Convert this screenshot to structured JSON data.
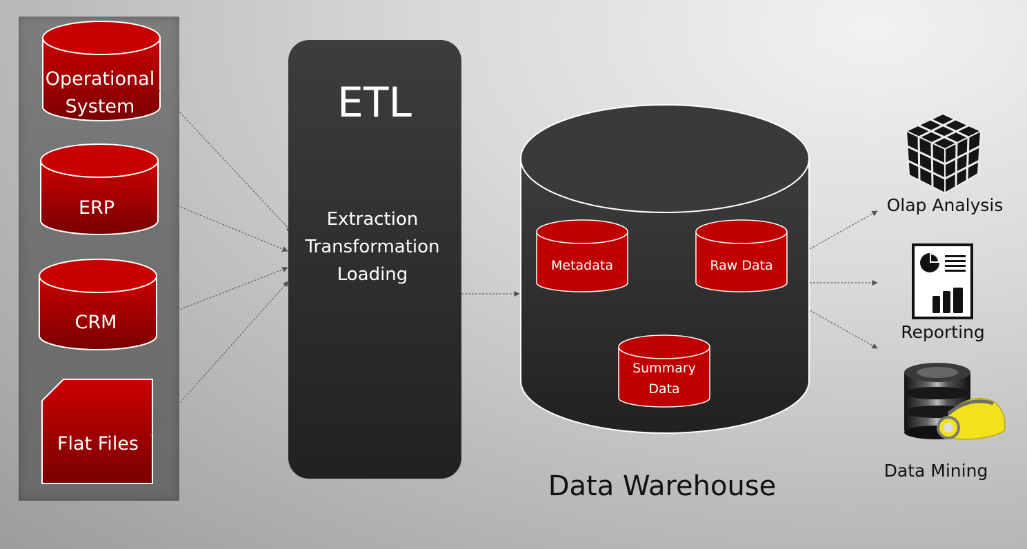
{
  "title": "ETL Data Warehouse Architecture",
  "colors": {
    "source_red": "#c00000",
    "source_red_dark": "#7a0000",
    "dark_box": "#333333",
    "panel_gray": "#757575",
    "arrow_gray": "#555555"
  },
  "sources": [
    {
      "label_lines": [
        "Operational",
        "System"
      ],
      "shape": "cylinder"
    },
    {
      "label_lines": [
        "ERP"
      ],
      "shape": "cylinder"
    },
    {
      "label_lines": [
        "CRM"
      ],
      "shape": "cylinder"
    },
    {
      "label_lines": [
        "Flat Files"
      ],
      "shape": "snipped-rectangle"
    }
  ],
  "etl": {
    "title": "ETL",
    "steps": [
      "Extraction",
      "Transformation",
      "Loading"
    ]
  },
  "warehouse": {
    "label": "Data Warehouse",
    "stores": [
      {
        "label_lines": [
          "Metadata"
        ]
      },
      {
        "label_lines": [
          "Raw Data"
        ]
      },
      {
        "label_lines": [
          "Summary",
          "Data"
        ]
      }
    ]
  },
  "outputs": [
    {
      "label": "Olap Analysis",
      "icon": "olap-cube-icon"
    },
    {
      "label": "Reporting",
      "icon": "report-document-icon"
    },
    {
      "label": "Data Mining",
      "icon": "database-miner-helmet-icon"
    }
  ]
}
